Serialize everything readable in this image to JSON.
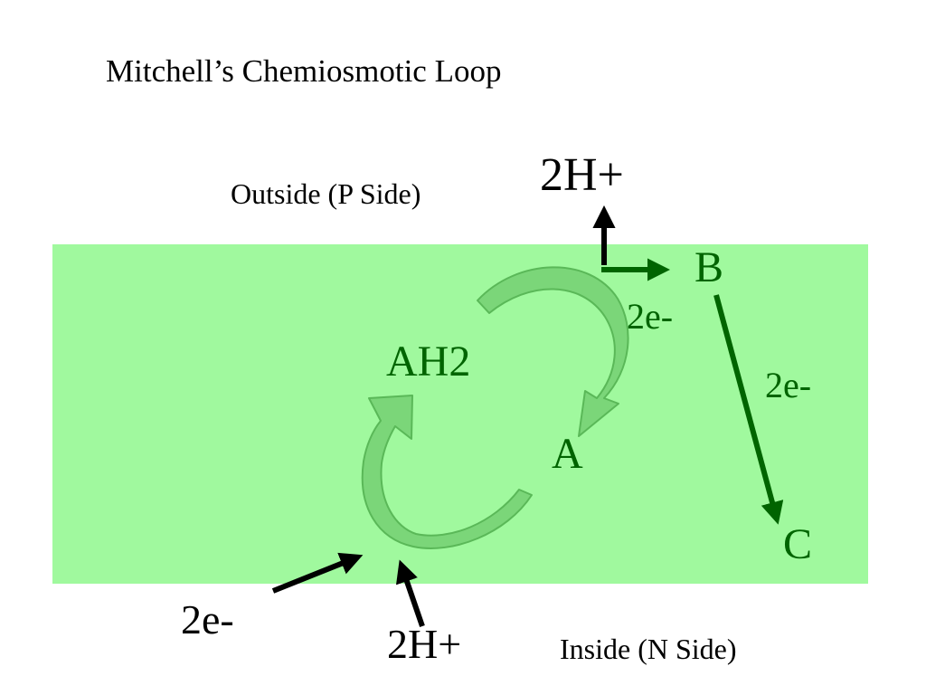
{
  "title": "Mitchell’s Chemiosmotic Loop",
  "outside_label": "Outside (P Side)",
  "inside_label": "Inside (N Side)",
  "species": {
    "ah2": "AH2",
    "a": "A",
    "b": "B",
    "c": "C"
  },
  "protons": {
    "top": "2H+",
    "bottom": "2H+"
  },
  "electrons": {
    "a_to_b": "2e-",
    "b_to_c": "2e-",
    "inside": "2e-"
  },
  "colors": {
    "membrane": "#a0f99e",
    "loop_fill": "#7bd679",
    "loop_stroke": "#5ab858",
    "dark_green": "#006400",
    "text_black": "#000000"
  }
}
